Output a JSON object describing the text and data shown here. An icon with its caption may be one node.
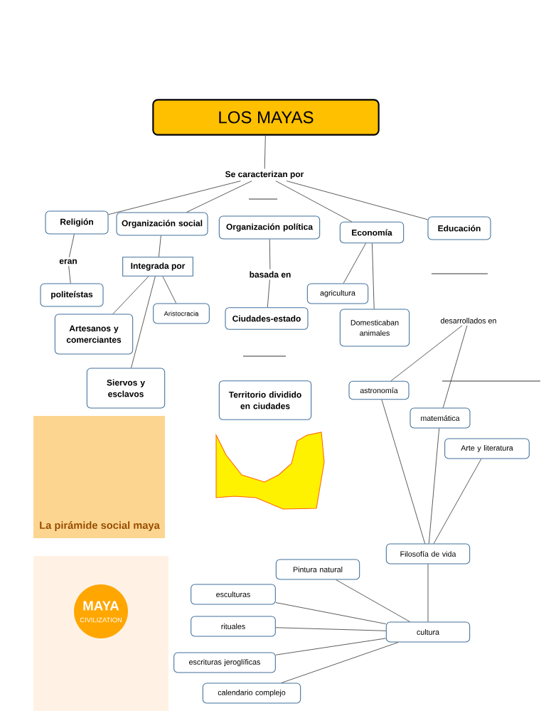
{
  "diagram": {
    "nodes": [
      {
        "text": [
          "LOS MAYAS"
        ]
      },
      {
        "text": [
          "Se caracterizan por"
        ]
      },
      {
        "text": [
          "Religión"
        ]
      },
      {
        "text": [
          "Organización social"
        ]
      },
      {
        "text": [
          "Organización política"
        ]
      },
      {
        "text": [
          "Economía"
        ]
      },
      {
        "text": [
          "Educación"
        ]
      },
      {
        "text": [
          "eran"
        ]
      },
      {
        "text": [
          "politeístas"
        ]
      },
      {
        "text": [
          "Integrada por"
        ]
      },
      {
        "text": [
          "Aristocracia"
        ]
      },
      {
        "text": [
          "Artesanos y comerciantes"
        ]
      },
      {
        "text": [
          "Siervos y esclavos"
        ]
      },
      {
        "text": [
          "basada en"
        ]
      },
      {
        "text": [
          "Ciudades-estado"
        ]
      },
      {
        "text": [
          "agricultura"
        ]
      },
      {
        "text": [
          "Domesticaban animales"
        ]
      },
      {
        "text": [
          "desarrollados en"
        ]
      },
      {
        "text": [
          "Territorio dividido en ciudades"
        ]
      },
      {
        "text": [
          "astronomía"
        ]
      },
      {
        "text": [
          "matemática"
        ]
      },
      {
        "text": [
          "Arte y literatura"
        ]
      },
      {
        "text": [
          "Filosofía de vida"
        ]
      },
      {
        "text": [
          "Pintura natural"
        ]
      },
      {
        "text": [
          "esculturas"
        ]
      },
      {
        "text": [
          "rituales"
        ]
      },
      {
        "text": [
          "escrituras jeroglíficas"
        ]
      },
      {
        "text": [
          "calendario complejo"
        ]
      },
      {
        "text": [
          "cultura"
        ]
      }
    ],
    "edges": [
      {
        "from": 0,
        "to": 1,
        "arrow": "none"
      },
      {
        "from": 1,
        "to": 2,
        "arrow": "none"
      },
      {
        "from": 1,
        "to": 3,
        "arrow": "none"
      },
      {
        "from": 1,
        "to": 5,
        "arrow": "none"
      },
      {
        "from": 1,
        "to": 6,
        "arrow": "none"
      },
      {
        "from": 2,
        "to": 7,
        "arrow": "none"
      },
      {
        "from": 7,
        "to": 8,
        "arrow": "none"
      },
      {
        "from": 3,
        "to": 9,
        "arrow": "none"
      },
      {
        "from": 9,
        "to": 11,
        "arrow": "none"
      },
      {
        "from": 9,
        "to": 12,
        "arrow": "none"
      },
      {
        "from": 9,
        "to": 10,
        "arrow": "none"
      },
      {
        "from": 4,
        "to": 13,
        "arrow": "none"
      },
      {
        "from": 13,
        "to": 14,
        "arrow": "none"
      },
      {
        "from": 5,
        "to": 15,
        "arrow": "none"
      },
      {
        "from": 5,
        "to": 16,
        "arrow": "none"
      },
      {
        "from": 17,
        "to": 19,
        "arrow": "none"
      },
      {
        "from": 17,
        "to": 20,
        "arrow": "none"
      },
      {
        "from": 19,
        "to": 22,
        "arrow": "none"
      },
      {
        "from": 20,
        "to": 22,
        "arrow": "none"
      },
      {
        "from": 21,
        "to": 22,
        "arrow": "none"
      },
      {
        "from": 22,
        "to": 28,
        "arrow": "none"
      },
      {
        "from": 23,
        "to": 28,
        "arrow": "none"
      },
      {
        "from": 24,
        "to": 28,
        "arrow": "none"
      },
      {
        "from": 25,
        "to": 28,
        "arrow": "none"
      },
      {
        "from": 26,
        "to": 28,
        "arrow": "none"
      },
      {
        "from": 27,
        "to": 28,
        "arrow": "none"
      }
    ],
    "labels": [
      "La pirámide social maya",
      "MAYA",
      "CIVILIZATION"
    ]
  }
}
